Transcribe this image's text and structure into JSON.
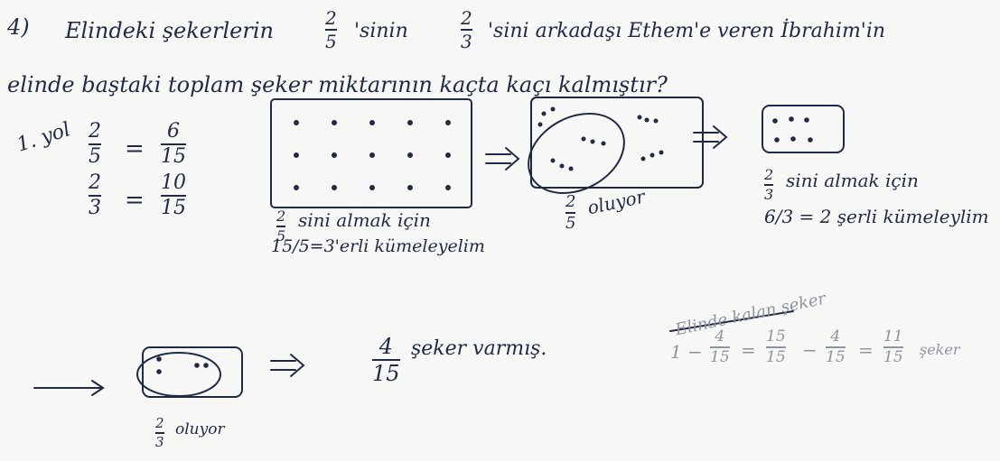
{
  "question": {
    "number": "4)",
    "line1_a": "Elindeki şekerlerin",
    "line1_f1_num": "2",
    "line1_f1_den": "5",
    "line1_b": "'sinin",
    "line1_f2_num": "2",
    "line1_f2_den": "3",
    "line1_c": "'sini arkadaşı Ethem'e veren İbrahim'in",
    "line2": "elinde baştaki toplam şeker miktarının kaçta kaçı kalmıştır?"
  },
  "work": {
    "label": "1. yol",
    "eq1": {
      "lhs_num": "2",
      "lhs_den": "5",
      "rhs_num": "6",
      "rhs_den": "15"
    },
    "eq2": {
      "lhs_num": "2",
      "lhs_den": "3",
      "rhs_num": "10",
      "rhs_den": "15"
    },
    "set1_caption_num": "2",
    "set1_caption_den": "5",
    "set1_caption_text": "sini almak için",
    "set1_caption_line2": "15/5=3'erli kümeleyelim",
    "set2_caption_num": "2",
    "set2_caption_den": "5",
    "set2_caption_text": "oluyor",
    "set3_caption_num": "2",
    "set3_caption_den": "3",
    "set3_caption_text": "sini almak için",
    "set3_caption_line2": "6/3 = 2 şerli kümeleylim",
    "set4_caption_num": "2",
    "set4_caption_den": "3",
    "set4_caption_text": "oluyor",
    "result_num": "4",
    "result_den": "15",
    "result_text": "şeker varmış.",
    "right_title": "Elinde kalan şeker",
    "right_eq": {
      "one": "1 −",
      "f1_num": "4",
      "f1_den": "15",
      "eq_a": "=",
      "f2_num": "15",
      "f2_den": "15",
      "minus": "−",
      "f3_num": "4",
      "f3_den": "15",
      "eq_b": "=",
      "f4_num": "11",
      "f4_den": "15",
      "tail": "şeker"
    },
    "implies": "⇒",
    "arrow": "⟶"
  }
}
